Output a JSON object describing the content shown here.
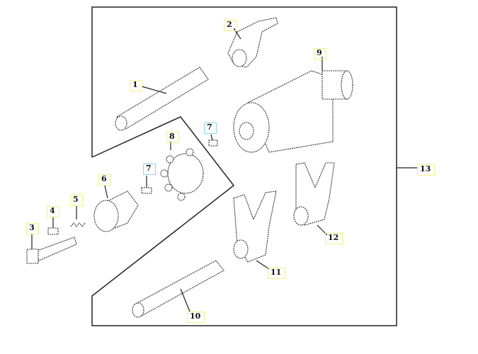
{
  "diagram": {
    "callouts": [
      {
        "id": "c1",
        "number": "1"
      },
      {
        "id": "c2",
        "number": "2"
      },
      {
        "id": "c3",
        "number": "3"
      },
      {
        "id": "c4",
        "number": "4"
      },
      {
        "id": "c5",
        "number": "5"
      },
      {
        "id": "c6",
        "number": "6"
      },
      {
        "id": "c7a",
        "number": "7"
      },
      {
        "id": "c7b",
        "number": "7"
      },
      {
        "id": "c8",
        "number": "8"
      },
      {
        "id": "c9",
        "number": "9"
      },
      {
        "id": "c10",
        "number": "10"
      },
      {
        "id": "c11",
        "number": "11"
      },
      {
        "id": "c12",
        "number": "12"
      },
      {
        "id": "c13",
        "number": "13"
      }
    ],
    "colors": {
      "callout_box": "#f3ef8a",
      "callout_box_alt": "#8fd8e8",
      "line": "#222222"
    }
  }
}
